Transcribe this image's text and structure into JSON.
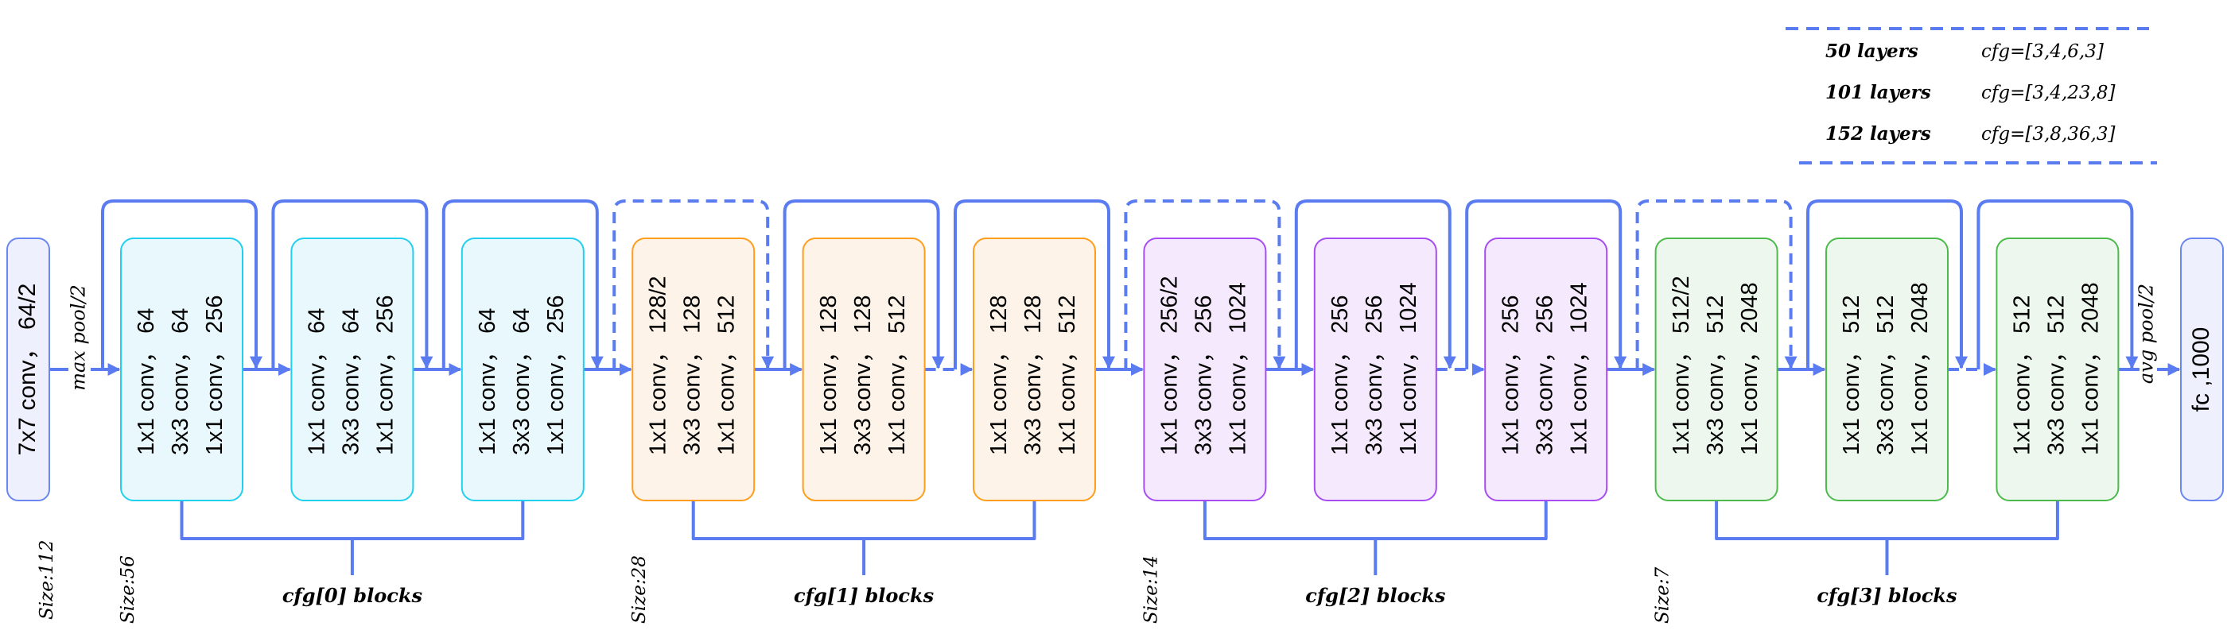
{
  "colors": {
    "connector": "#5a7cf0",
    "io_fill": "#eef1fd",
    "io_stroke": "#6a86f0"
  },
  "legend": {
    "rows": [
      {
        "layers": "50 layers",
        "cfg": "cfg=[3,4,6,3]"
      },
      {
        "layers": "101 layers",
        "cfg": "cfg=[3,4,23,8]"
      },
      {
        "layers": "152 layers",
        "cfg": "cfg=[3,8,36,3]"
      }
    ]
  },
  "stem": {
    "label": "7x7 conv， 64/2",
    "size": "Size:112",
    "pool": "max pool/2"
  },
  "stages": [
    {
      "size": "Size:56",
      "bracket": "cfg[0] blocks",
      "fill": "#e8f8fd",
      "stroke": "#20d0ee",
      "downsample_shortcut": false,
      "blocks": [
        [
          "1x1 conv， 64",
          "3x3 conv， 64",
          "1x1 conv， 256"
        ],
        [
          "1x1 conv， 64",
          "3x3 conv， 64",
          "1x1 conv， 256"
        ],
        [
          "1x1 conv， 64",
          "3x3 conv， 64",
          "1x1 conv， 256"
        ]
      ]
    },
    {
      "size": "Size:28",
      "bracket": "cfg[1] blocks",
      "fill": "#fef3e8",
      "stroke": "#ff9d1c",
      "downsample_shortcut": true,
      "blocks": [
        [
          "1x1 conv， 128/2",
          "3x3 conv， 128",
          "1x1 conv， 512"
        ],
        [
          "1x1 conv， 128",
          "3x3 conv， 128",
          "1x1 conv， 512"
        ],
        [
          "1x1 conv， 128",
          "3x3 conv， 128",
          "1x1 conv， 512"
        ]
      ]
    },
    {
      "size": "Size:14",
      "bracket": "cfg[2] blocks",
      "fill": "#f5eafd",
      "stroke": "#a64cf2",
      "downsample_shortcut": true,
      "blocks": [
        [
          "1x1 conv， 256/2",
          "3x3 conv， 256",
          "1x1 conv， 1024"
        ],
        [
          "1x1 conv， 256",
          "3x3 conv， 256",
          "1x1 conv， 1024"
        ],
        [
          "1x1 conv， 256",
          "3x3 conv， 256",
          "1x1 conv， 1024"
        ]
      ]
    },
    {
      "size": "Size:7",
      "bracket": "cfg[3] blocks",
      "fill": "#edf7ed",
      "stroke": "#4cbb4c",
      "downsample_shortcut": true,
      "blocks": [
        [
          "1x1 conv， 512/2",
          "3x3 conv， 512",
          "1x1 conv， 2048"
        ],
        [
          "1x1 conv， 512",
          "3x3 conv， 512",
          "1x1 conv， 2048"
        ],
        [
          "1x1 conv， 512",
          "3x3 conv， 512",
          "1x1 conv， 2048"
        ]
      ]
    }
  ],
  "head": {
    "pool": "avg pool/2",
    "label": "fc ,1000"
  }
}
